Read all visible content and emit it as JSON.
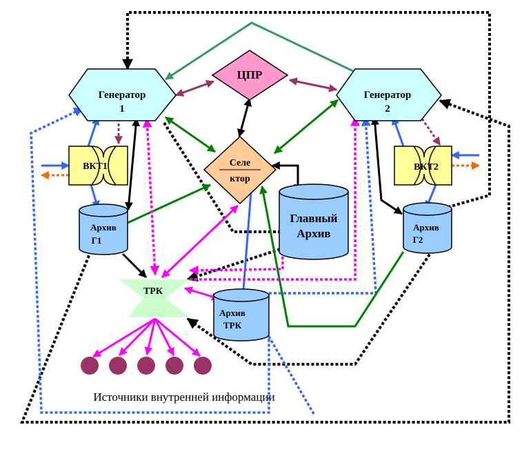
{
  "nodes": {
    "gen1": {
      "line1": "Генератор",
      "line2": "1",
      "fill": "#ccffff"
    },
    "gen2": {
      "line1": "Генератор",
      "line2": "2",
      "fill": "#ccffff"
    },
    "cpr": {
      "label": "ЦПР",
      "fill": "#ff99cc"
    },
    "selector": {
      "line1": "Селе",
      "line2": "ктор",
      "fill": "#ffcc99"
    },
    "vkt1": {
      "label": "ВКТ1",
      "fill": "#ffff99"
    },
    "vkt2": {
      "label": "ВКТ2",
      "fill": "#ffff99"
    },
    "archive_g1": {
      "line1": "Архив",
      "line2": "Г1",
      "fill": "#99ccff"
    },
    "archive_g2": {
      "line1": "Архив",
      "line2": "Г2",
      "fill": "#99ccff"
    },
    "main_archive": {
      "line1": "Главный",
      "line2": "Архив",
      "fill": "#99ccff"
    },
    "trk": {
      "label": "ТРК",
      "fill": "#ccffcc"
    },
    "archive_trk": {
      "line1": "Архив",
      "line2": "ТРК",
      "fill": "#99ccff"
    }
  },
  "sources": {
    "caption": "Источники внутренней информации",
    "count": 5,
    "fill": "#993366"
  },
  "colors": {
    "teal": "#339966",
    "black": "#000000",
    "blue": "#3366ff",
    "magenta": "#ff00ff",
    "green": "#008000",
    "mauve": "#993366",
    "orange": "#ff6600"
  }
}
